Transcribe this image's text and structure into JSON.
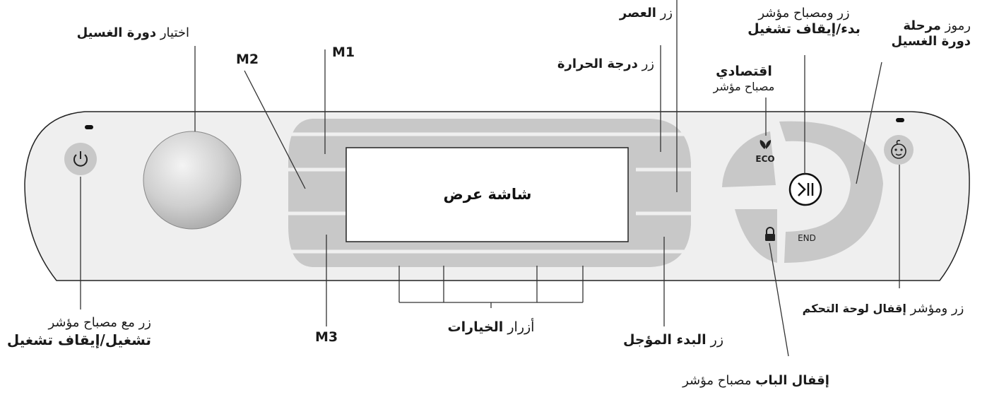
{
  "display": {
    "text": "شاشة عرض"
  },
  "panel": {
    "eco_symbol": "ECO",
    "end_symbol": "END",
    "power_icon": "power-icon",
    "play_pause_icon": "play-pause-icon",
    "child_lock_icon": "baby-face-icon",
    "door_lock_icon": "padlock-icon",
    "eco_icon": "leaf-icon"
  },
  "labels": {
    "power_button": {
      "line1": "زر مع مصباح مؤشر",
      "line2": "تشغيل/إيقاف تشغيل"
    },
    "program_select": {
      "prefix": "اختيار ",
      "bold": "دورة الغسيل"
    },
    "m1": "M1",
    "m2": "M2",
    "m3": "M3",
    "options": {
      "prefix": "أزرار ",
      "bold": "الخيارات"
    },
    "spin": {
      "prefix": "زر ",
      "bold": "العصر"
    },
    "temperature": {
      "prefix": "زر ",
      "bold": "درجة الحرارة"
    },
    "delay_start": {
      "prefix": "زر ",
      "bold": "البدء المؤجل"
    },
    "eco": {
      "bold": "اقتصادي",
      "line2": "مصباح مؤشر"
    },
    "start_pause": {
      "line1": "زر ومصباح مؤشر",
      "bold": "بدء/إيقاف تشغيل"
    },
    "phase_symbols": {
      "prefix": "رموز ",
      "bold1": "مرحلة",
      "bold2": "دورة الغسيل"
    },
    "child_lock": {
      "prefix": "زر ومؤشر ",
      "bold": "إقفال لوحة التحكم"
    },
    "door_lock": {
      "bold": "إقفال الباب",
      "suffix": " مصباح مؤشر"
    }
  },
  "colors": {
    "panel_fill": "#efefef",
    "button_gray": "#c8c8c8",
    "display_fill": "#ffffff",
    "stroke": "#222222"
  }
}
